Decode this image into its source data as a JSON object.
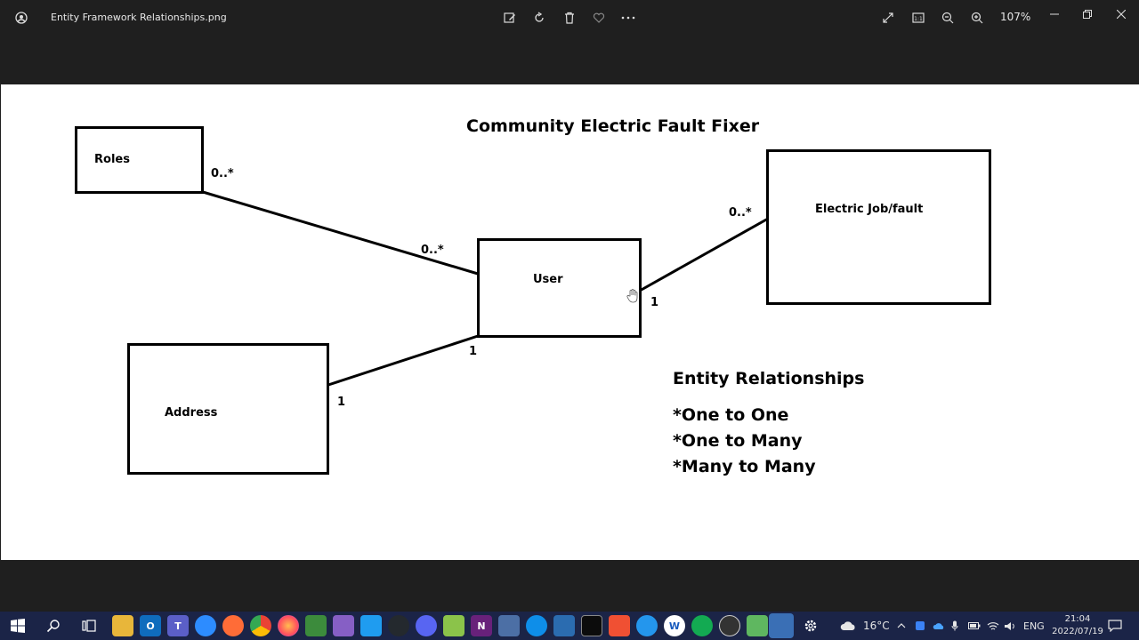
{
  "titlebar": {
    "file_name": "Entity Framework Relationships.png",
    "zoom": "107%",
    "tools": [
      {
        "name": "edit-image-icon"
      },
      {
        "name": "rotate-icon"
      },
      {
        "name": "delete-icon"
      },
      {
        "name": "favorite-heart-icon"
      },
      {
        "name": "more-options-icon"
      }
    ],
    "view_tools": [
      {
        "name": "fullscreen-icon"
      },
      {
        "name": "actual-size-icon"
      },
      {
        "name": "zoom-out-icon"
      },
      {
        "name": "zoom-in-icon"
      }
    ]
  },
  "diagram": {
    "title": "Community Electric Fault Fixer",
    "entities": {
      "roles": "Roles",
      "user": "User",
      "address": "Address",
      "electric_job": "Electric Job/fault"
    },
    "multiplicities": {
      "roles_end": "0..*",
      "user_roles_end": "0..*",
      "job_end": "0..*",
      "user_job_end": "1",
      "user_address_end": "1",
      "address_end": "1"
    },
    "legend": {
      "heading": "Entity Relationships",
      "items": [
        "*One to One",
        "*One to Many",
        "*Many to Many"
      ]
    }
  },
  "taskbar": {
    "weather": "16°C",
    "language": "ENG",
    "time": "21:04",
    "date": "2022/07/19",
    "apps": [
      {
        "name": "start-icon"
      },
      {
        "name": "search-icon"
      },
      {
        "name": "task-view-icon"
      },
      {
        "name": "file-explorer-icon"
      },
      {
        "name": "outlook-icon"
      },
      {
        "name": "teams-icon"
      },
      {
        "name": "zoom-icon"
      },
      {
        "name": "postman-icon"
      },
      {
        "name": "chrome-icon"
      },
      {
        "name": "firefox-icon"
      },
      {
        "name": "sourcetree-icon"
      },
      {
        "name": "visual-studio-icon"
      },
      {
        "name": "vscode-icon"
      },
      {
        "name": "github-icon"
      },
      {
        "name": "discord-icon"
      },
      {
        "name": "notepad-plus-icon"
      },
      {
        "name": "visual-studio-preview-icon"
      },
      {
        "name": "ssms-icon"
      },
      {
        "name": "teamviewer-icon"
      },
      {
        "name": "security-icon"
      },
      {
        "name": "terminal-icon"
      },
      {
        "name": "git-icon"
      },
      {
        "name": "docker-icon"
      },
      {
        "name": "word-icon"
      },
      {
        "name": "mongodb-icon"
      },
      {
        "name": "task-manager-icon"
      },
      {
        "name": "notepad-icon"
      },
      {
        "name": "photos-icon"
      },
      {
        "name": "settings-icon"
      }
    ]
  },
  "colors": {
    "chrome_bg": "#1f1f1f",
    "taskbar_bg": "#1b2447",
    "canvas_bg": "#ffffff",
    "ink": "#000000"
  }
}
